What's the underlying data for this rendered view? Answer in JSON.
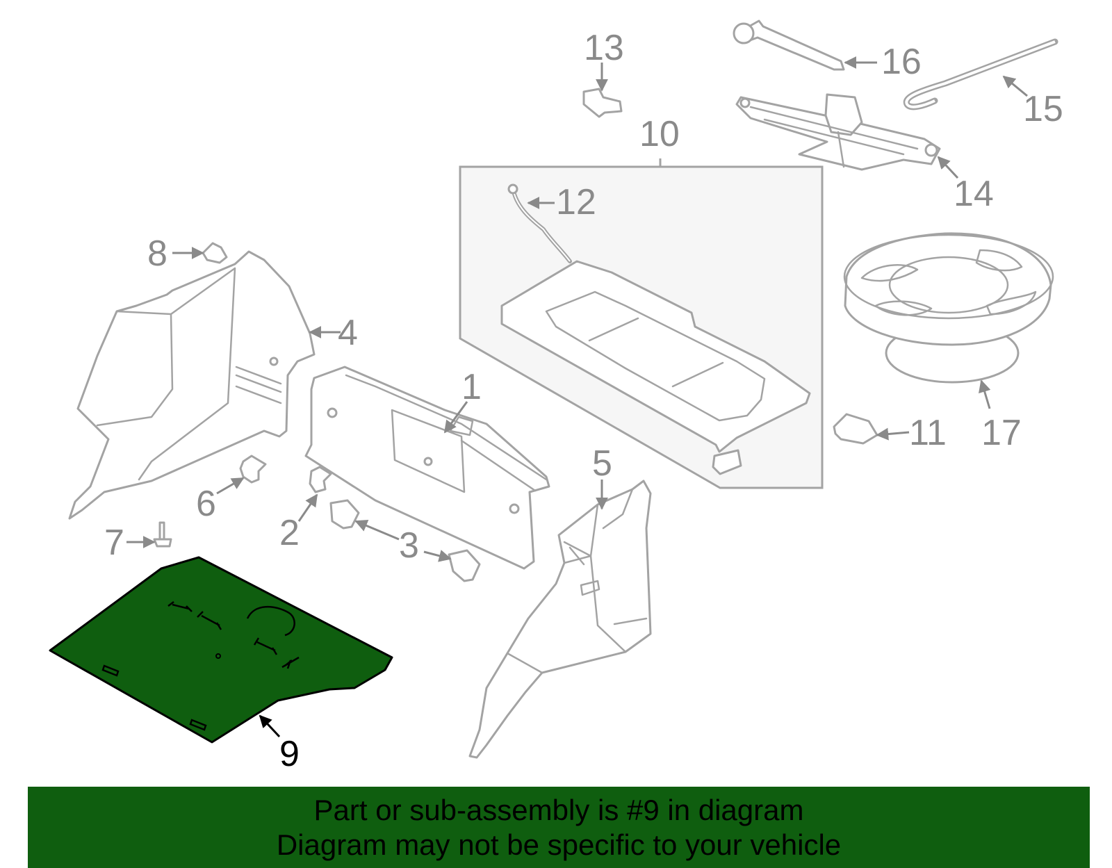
{
  "callouts": {
    "c1": "1",
    "c2": "2",
    "c3": "3",
    "c4": "4",
    "c5": "5",
    "c6": "6",
    "c7": "7",
    "c8": "8",
    "c9": "9",
    "c10": "10",
    "c11": "11",
    "c12": "12",
    "c13": "13",
    "c14": "14",
    "c15": "15",
    "c16": "16",
    "c17": "17"
  },
  "highlighted_part": "9",
  "colors": {
    "highlight_fill": "#0f5e0f",
    "banner_bg": "#0f5e0f",
    "part_stroke": "#a3a3a3",
    "callout_text": "#8a8a8a"
  },
  "banner": {
    "line1": "Part or sub-assembly is #9 in diagram",
    "line2": "Diagram may not be specific to your vehicle"
  }
}
